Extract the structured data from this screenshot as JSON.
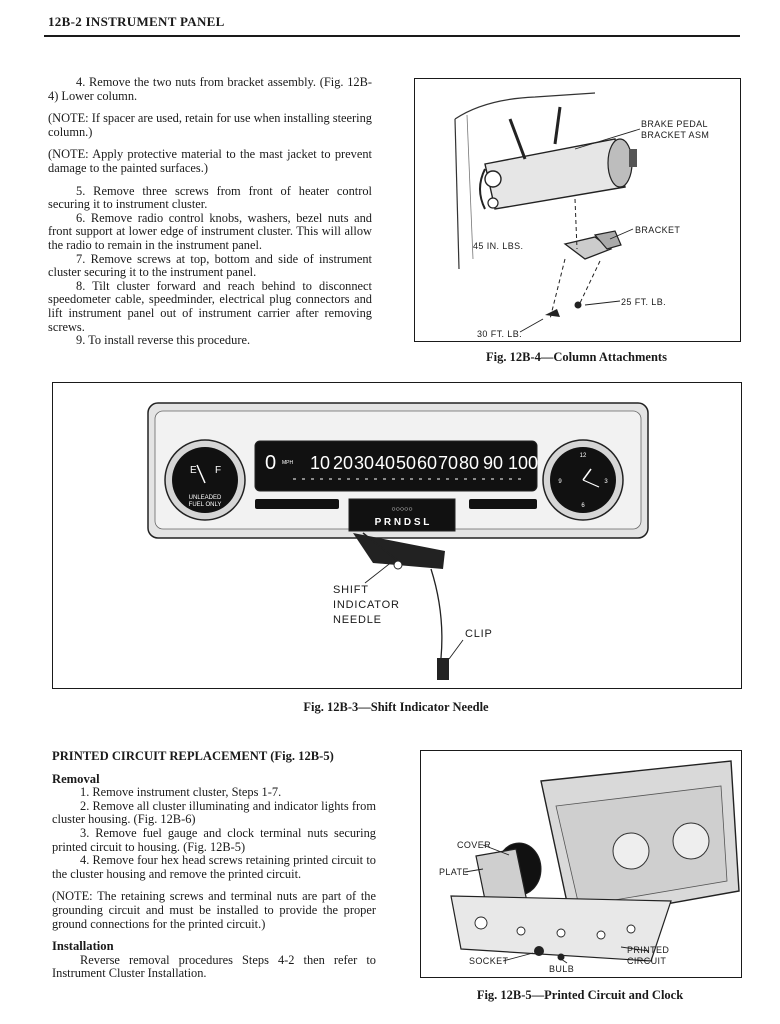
{
  "header": {
    "title": "12B-2  INSTRUMENT PANEL"
  },
  "top_text": {
    "p4": "4. Remove the two nuts from bracket assembly. (Fig. 12B-4) Lower column.",
    "note1": "(NOTE: If spacer are used, retain for use when installing steering column.)",
    "note2": "(NOTE: Apply protective material to the mast jacket to prevent damage to the painted surfaces.)",
    "p5": "5. Remove three screws from front of heater control securing it to instrument cluster.",
    "p6": "6. Remove radio control knobs, washers, bezel nuts and front support at lower edge of instrument cluster. This will allow the radio to remain in the instrument panel.",
    "p7": "7. Remove screws at top, bottom and side of instrument cluster securing it to the instrument panel.",
    "p8": "8. Tilt cluster forward and reach behind to disconnect speedometer cable, speedminder, electrical plug connectors and lift instrument panel out of instrument carrier after removing screws.",
    "p9": "9. To install reverse this procedure."
  },
  "fig4": {
    "caption": "Fig. 12B-4—Column Attachments",
    "labels": {
      "brake_line1": "BRAKE PEDAL",
      "brake_line2": "BRACKET ASM",
      "bracket": "BRACKET",
      "in_lbs": "45 IN. LBS.",
      "ft_lb_25": "25 FT. LB.",
      "ft_lb_30": "30 FT. LB."
    }
  },
  "fig3": {
    "caption": "Fig. 12B-3—Shift Indicator Needle",
    "labels": {
      "shift1": "SHIFT",
      "shift2": "INDICATOR",
      "shift3": "NEEDLE",
      "clip": "CLIP"
    },
    "dial": {
      "zero": "0",
      "mph": "MPH",
      "speeds": [
        "10",
        "20",
        "30",
        "40",
        "50",
        "60",
        "70",
        "80",
        "90",
        "100"
      ],
      "prndsl": "P R N D S L",
      "fuel_e": "E",
      "fuel_f": "F",
      "fuel_line1": "UNLEADED",
      "fuel_line2": "FUEL ONLY",
      "clock_12": "12",
      "clock_3": "3",
      "clock_6": "6",
      "clock_9": "9"
    }
  },
  "bottom_text": {
    "heading": "PRINTED CIRCUIT REPLACEMENT (Fig. 12B-5)",
    "removal_heading": "Removal",
    "r1": "1. Remove instrument cluster, Steps 1-7.",
    "r2": "2. Remove all cluster illuminating and indicator lights from cluster housing. (Fig. 12B-6)",
    "r3": "3. Remove fuel gauge and clock terminal nuts securing printed circuit to housing. (Fig. 12B-5)",
    "r4": "4. Remove four hex head screws retaining printed circuit to the cluster housing and remove the printed circuit.",
    "note3": "(NOTE: The retaining screws and terminal nuts are part of the grounding circuit and must be installed to provide the proper ground connections for the printed circuit.)",
    "install_heading": "Installation",
    "install": "Reverse removal procedures Steps 4-2 then refer to Instrument Cluster Installation."
  },
  "fig5": {
    "caption": "Fig. 12B-5—Printed Circuit and Clock",
    "labels": {
      "cover": "COVER",
      "plate": "PLATE",
      "socket": "SOCKET",
      "bulb": "BULB",
      "printed": "PRINTED",
      "circuit": "CIRCUIT"
    }
  }
}
